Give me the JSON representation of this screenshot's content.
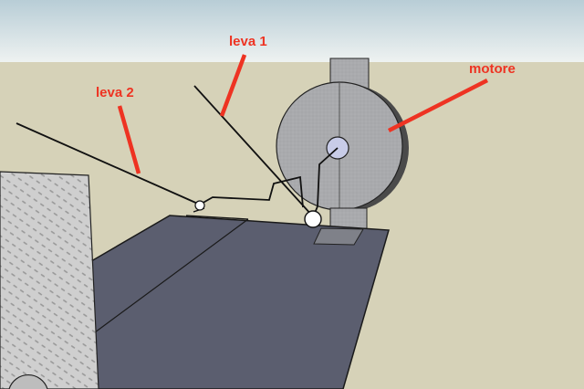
{
  "labels": {
    "leva1": "leva 1",
    "leva2": "leva 2",
    "motore": "motore"
  },
  "colors": {
    "sky_top": "#b8cdd6",
    "sky_bottom": "#eef2f1",
    "ground": "#d6d2b8",
    "annotation": "#ee3322",
    "platform": "#5b5e6f",
    "disc": "#a7a8ab",
    "plate": "#c9c9c9",
    "line": "#111111"
  }
}
